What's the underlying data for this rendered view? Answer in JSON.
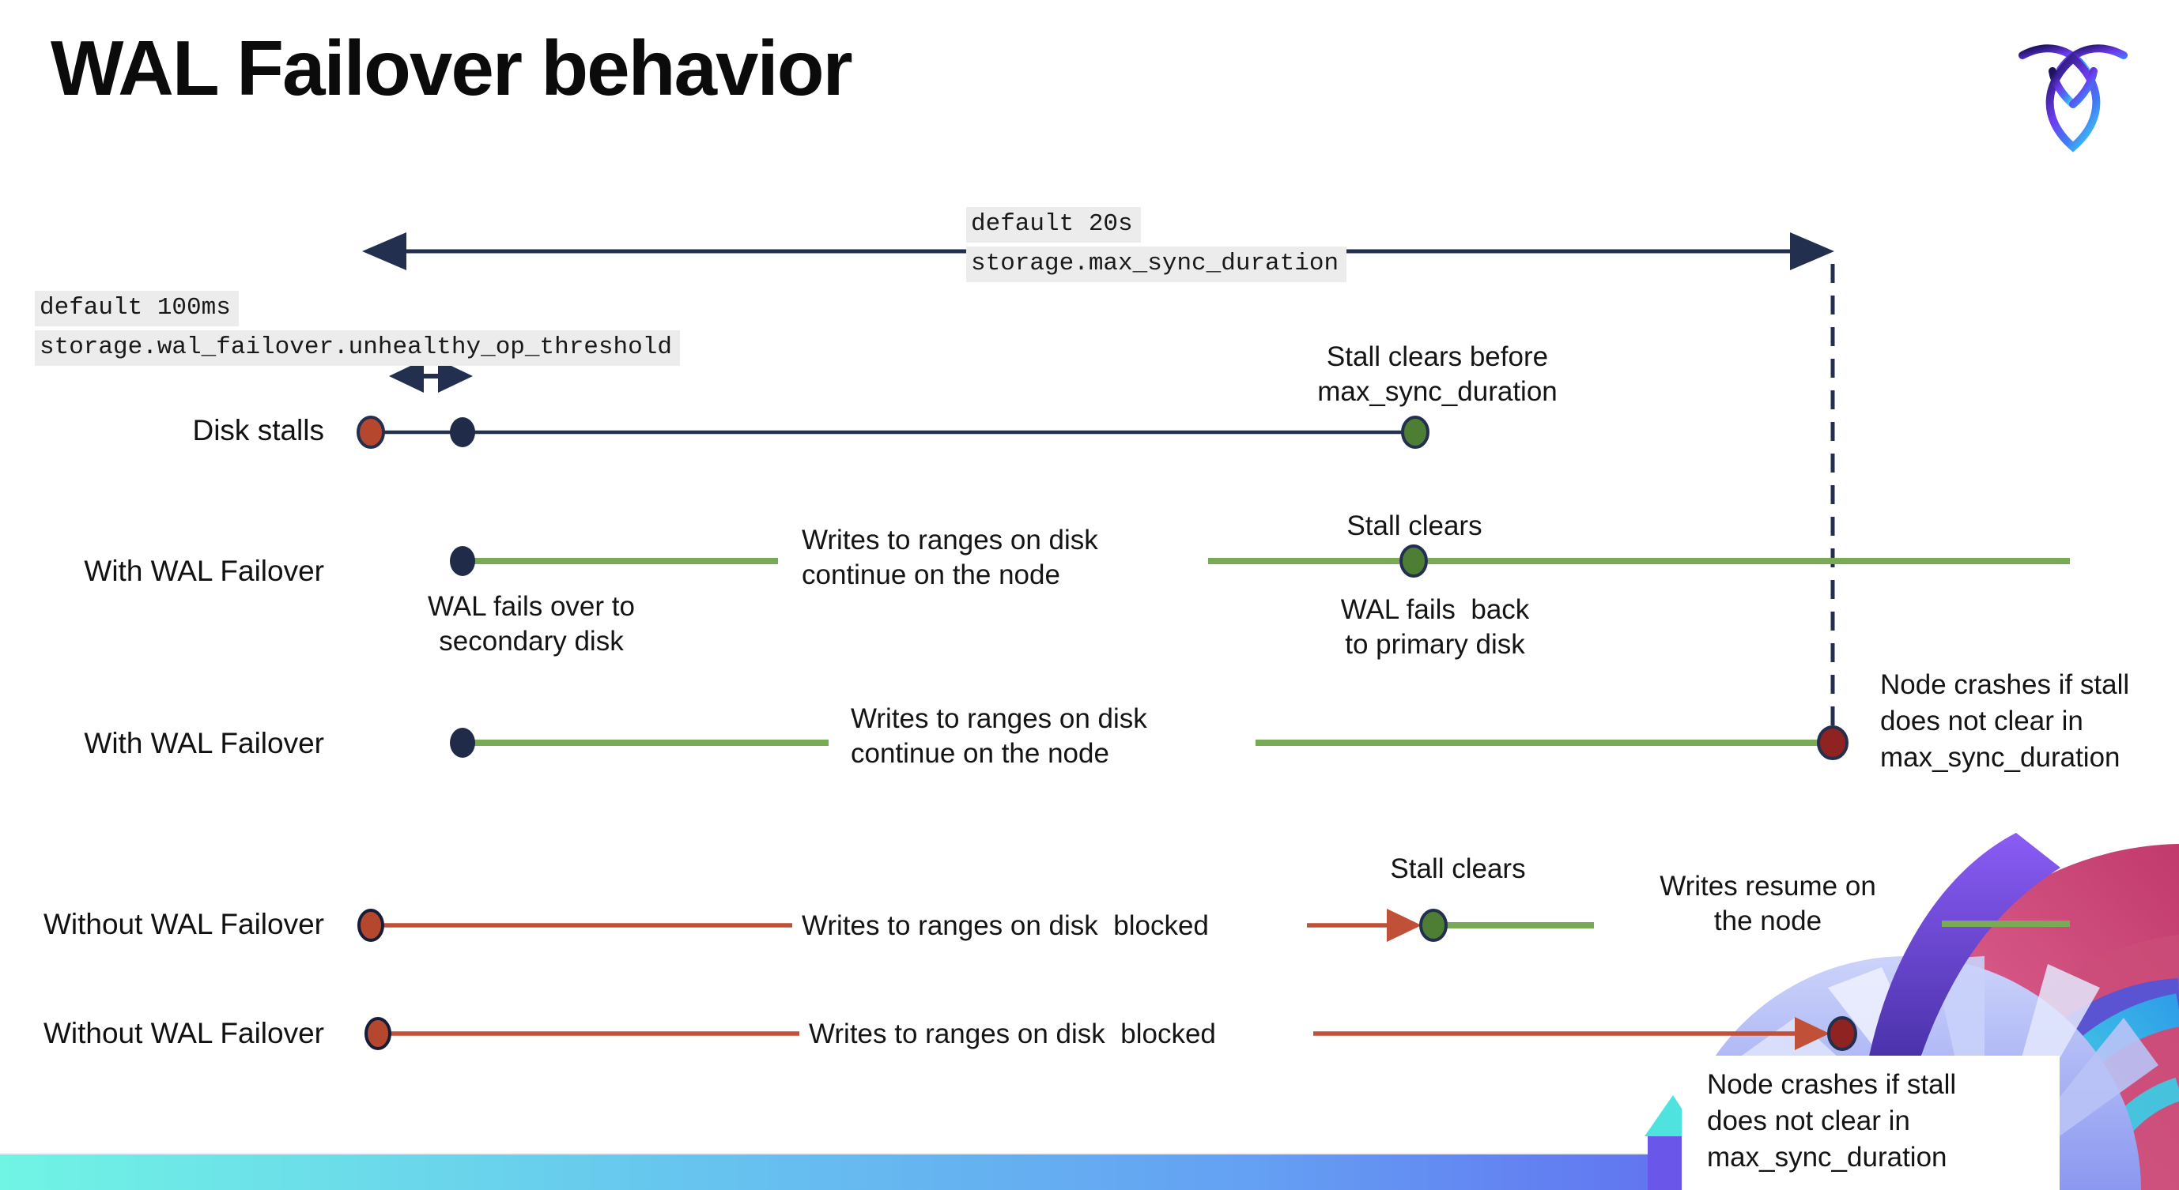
{
  "slide": {
    "title": "WAL Failover behavior"
  },
  "logo": {
    "name": "cockroachdb-logo"
  },
  "settings": {
    "max_sync_duration": {
      "default_label": "default 20s",
      "setting_name": "storage.max_sync_duration"
    },
    "unhealthy_op_threshold": {
      "default_label": "default 100ms",
      "setting_name": "storage.wal_failover.unhealthy_op_threshold"
    }
  },
  "rows": [
    {
      "label": "Disk stalls"
    },
    {
      "label": "With WAL Failover"
    },
    {
      "label": "With WAL Failover"
    },
    {
      "label": "Without WAL Failover"
    },
    {
      "label": "Without WAL Failover"
    }
  ],
  "annotations": {
    "stall_clears_before": "Stall clears before\nmax_sync_duration",
    "writes_continue_1": "Writes to ranges on disk\ncontinue on the node",
    "wal_fails_over": "WAL fails over to\nsecondary disk",
    "stall_clears_1": "Stall clears",
    "wal_fails_back": "WAL fails  back\nto primary disk",
    "writes_continue_2": "Writes to ranges on disk\ncontinue on the node",
    "node_crashes_1": "Node crashes if stall\ndoes not clear in\nmax_sync_duration",
    "writes_blocked_1": "Writes to ranges on disk  blocked",
    "stall_clears_2": "Stall clears",
    "writes_resume": "Writes resume on\nthe node",
    "writes_blocked_2": "Writes to ranges on disk  blocked",
    "node_crashes_2": "Node crashes if stall\ndoes not clear in\nmax_sync_duration"
  },
  "colors": {
    "navy": "#232f4e",
    "navy_dot": "#1f2b48",
    "green_line": "#79ab57",
    "green_dot": "#4e7e33",
    "red_line": "#c05138",
    "red_dot": "#b5472e",
    "maroon_dot": "#8e2321",
    "setting_label_bg": "#ececec",
    "footer_gradient_start": "#70f4e4",
    "footer_gradient_mid": "#649ff3",
    "footer_gradient_end": "#6d4be4"
  }
}
